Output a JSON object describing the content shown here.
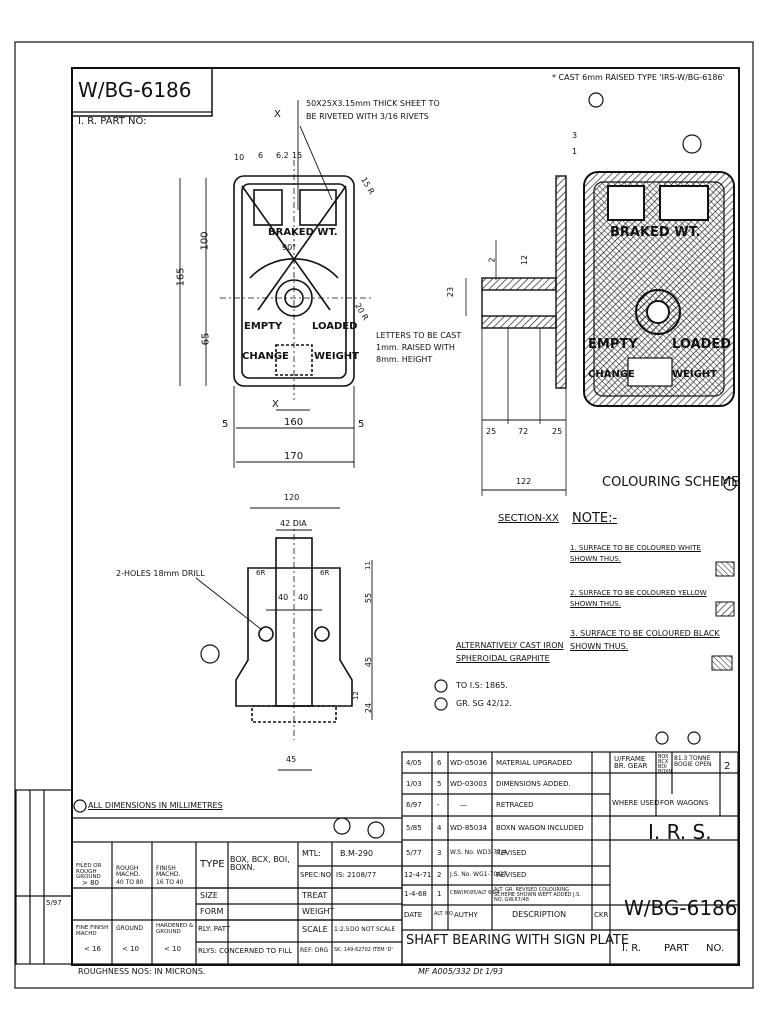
{
  "title_block": {
    "drawing_no_top": "W/BG-6186",
    "ir_part_no_label": "I. R. PART NO:",
    "drawing_no_main": "W/BG-6186",
    "ir_part_no_footer": "I. R.",
    "part_label": "PART",
    "no_label": "NO.",
    "description": "SHAFT BEARING WITH SIGN PLATE",
    "irs": "I. R. S.",
    "where_used_label": "WHERE USED",
    "where_used_value": "FOR WAGONS",
    "uframe": "U/FRAME BR. GEAR",
    "box_list": "BOX BCX BOI BOXN",
    "tonne": "81.3 TONNE BOGIE OPEN",
    "sheet_no": "2"
  },
  "notes_top": {
    "cast_note": "* CAST 6mm RAISED TYPE 'IRS-W/BG-6186'",
    "sheet_note": "50X25X3.15mm THICK SHEET TO BE RIVETED WITH 3/16 RIVETS",
    "letters_note": "LETTERS TO BE CAST 1mm. RAISED WITH 8mm. HEIGHT",
    "holes_note": "2-HOLES 18mm DRILL",
    "all_dims": "ALL DIMENSIONS IN MILLIMETRES",
    "section": "SECTION-XX",
    "colouring": "COLOURING SCHEME",
    "alt_cast": "ALTERNATIVELY CAST IRON SPHEROIDAL GRAPHITE",
    "alt_1": "TO I.S: 1865.",
    "alt_2": "GR. SG 42/12.",
    "roughness": "ROUGHNESS NOS: IN MICRONS.",
    "mf_ref": "MF A005/332  Dt 1/93"
  },
  "note_box": {
    "heading": "NOTE:-",
    "n1": "1. SURFACE TO BE COLOURED WHITE SHOWN THUS.",
    "n2": "2. SURFACE TO BE COLOURED YELLOW SHOWN THUS.",
    "n3": "3. SURFACE TO BE COLOURED BLACK SHOWN THUS."
  },
  "plate_text": {
    "braked": "BRAKED WT.",
    "empty": "EMPTY",
    "loaded": "LOADED",
    "change": "CHANGE",
    "weight": "WEIGHT",
    "angle": "90°"
  },
  "dims": {
    "d165": "165",
    "d100": "100",
    "d65": "65",
    "d160": "160",
    "d170": "170",
    "d5a": "5",
    "d5b": "5",
    "d10": "10",
    "d6": "6",
    "d62": "6.2",
    "d15": "15",
    "d120": "120",
    "d42": "42 DIA",
    "d40a": "40",
    "d40b": "40",
    "d55": "55",
    "d45a": "45",
    "d45b": "45",
    "d24": "24",
    "d12": "12",
    "d11": "11",
    "d3": "3",
    "d1": "1",
    "d2": "2",
    "d23": "23",
    "d25a": "25",
    "d72": "72",
    "d25b": "25",
    "d122": "122",
    "x_upper": "X",
    "x_lower": "X",
    "r15": "15 R",
    "r20": "20 R",
    "r6a": "6R",
    "r6b": "6R"
  },
  "revisions": [
    {
      "date": "4/05",
      "no": "6",
      "ref": "WD-05036",
      "desc": "MATERIAL UPGRADED"
    },
    {
      "date": "1/03",
      "no": "5",
      "ref": "WD-03003",
      "desc": "DIMENSIONS ADDED."
    },
    {
      "date": "6/97",
      "no": "-",
      "ref": "—",
      "desc": "RETRACED"
    },
    {
      "date": "5/85",
      "no": "4",
      "ref": "WD-85034",
      "desc": "BOXN WAGON INCLUDED"
    },
    {
      "date": "5/77",
      "no": "3",
      "ref": "W.S. No. WD3-77/4",
      "desc": "REVISED"
    },
    {
      "date": "12-4-71",
      "no": "2",
      "ref": "J.S. No. WG1-70/27",
      "desc": "REVISED"
    },
    {
      "date": "1-4-68",
      "no": "1",
      "ref": "CBW(M)95/ALT 68/4",
      "desc": "ALT. GR. REVISED COLOURING SCHEME SHOWN WEFT ADDED J.S. NO. GW.67/48"
    }
  ],
  "rev_headers": {
    "date": "DATE",
    "alt": "ALT. NO.",
    "authy": "AUTHY",
    "desc": "DESCRIPTION",
    "ckr": "CKR"
  },
  "spec": {
    "type_label": "TYPE",
    "type_value": "BOX, BCX, BOI, BOXN.",
    "mtl_label": "MTL:",
    "mtl_value": "B.M-290",
    "spec_label": "SPEC:NO",
    "spec_value": "IS: 2108/77",
    "treat_label": "TREAT",
    "weight_label": "WEIGHT",
    "size_label": "SIZE",
    "form_label": "FORM",
    "rly_label": "RLY: PATT",
    "scale_label": "SCALE",
    "scale_value": "1:2.5",
    "scale_note": "DO NOT SCALE",
    "rlys": "RLYS: CONCERNED TO FILL",
    "ref_drg": "REF: DRG",
    "ref_value": "SK: 149-62702 ITEM 'D'"
  },
  "finish": {
    "filed": "FILED OR ROUGH GROUND",
    "filed_val": "> 80",
    "rough": "ROUGH MACHD.",
    "rough_val": "40 TO 80",
    "fin": "FINISH MACHD.",
    "fin_val": "16 TO 40",
    "fine": "FINE FINISH MACHD",
    "fine_val": "< 16",
    "ground": "GROUND",
    "ground_val": "< 10",
    "hard": "HARDENED & GROUND",
    "hard_val": "< 10"
  },
  "side_block": {
    "cast": "5/97"
  }
}
